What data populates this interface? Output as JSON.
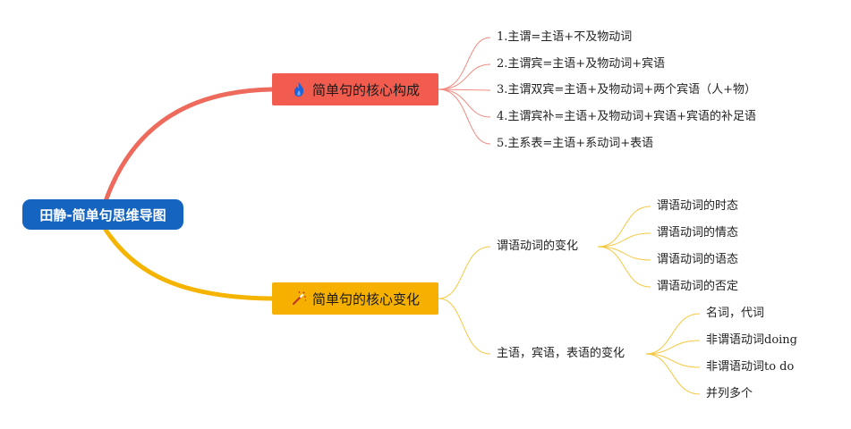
{
  "root": {
    "label": "田静-简单句思维导图"
  },
  "branches": [
    {
      "label": "简单句的核心构成",
      "icon": "flame-icon",
      "color": "#f25c4f",
      "line_color": "#ee6a5c",
      "leaves": [
        "1.主谓=主语+不及物动词",
        "2.主谓宾=主语+及物动词+宾语",
        "3.主谓双宾=主语+及物动词+两个宾语（人+物）",
        "4.主谓宾补=主语+及物动词+宾语+宾语的补足语",
        "5.主系表=主语+系动词+表语"
      ]
    },
    {
      "label": "简单句的核心变化",
      "icon": "magic-wand-icon",
      "color": "#f5b000",
      "line_color": "#f5b400",
      "subs": [
        {
          "label": "谓语动词的变化",
          "leaves": [
            "谓语动词的时态",
            "谓语动词的情态",
            "谓语动词的语态",
            "谓语动词的否定"
          ]
        },
        {
          "label": "主语，宾语，表语的变化",
          "leaves": [
            "名词，代词",
            "非谓语动词doing",
            "非谓语动词to do",
            "并列多个"
          ]
        }
      ]
    }
  ]
}
